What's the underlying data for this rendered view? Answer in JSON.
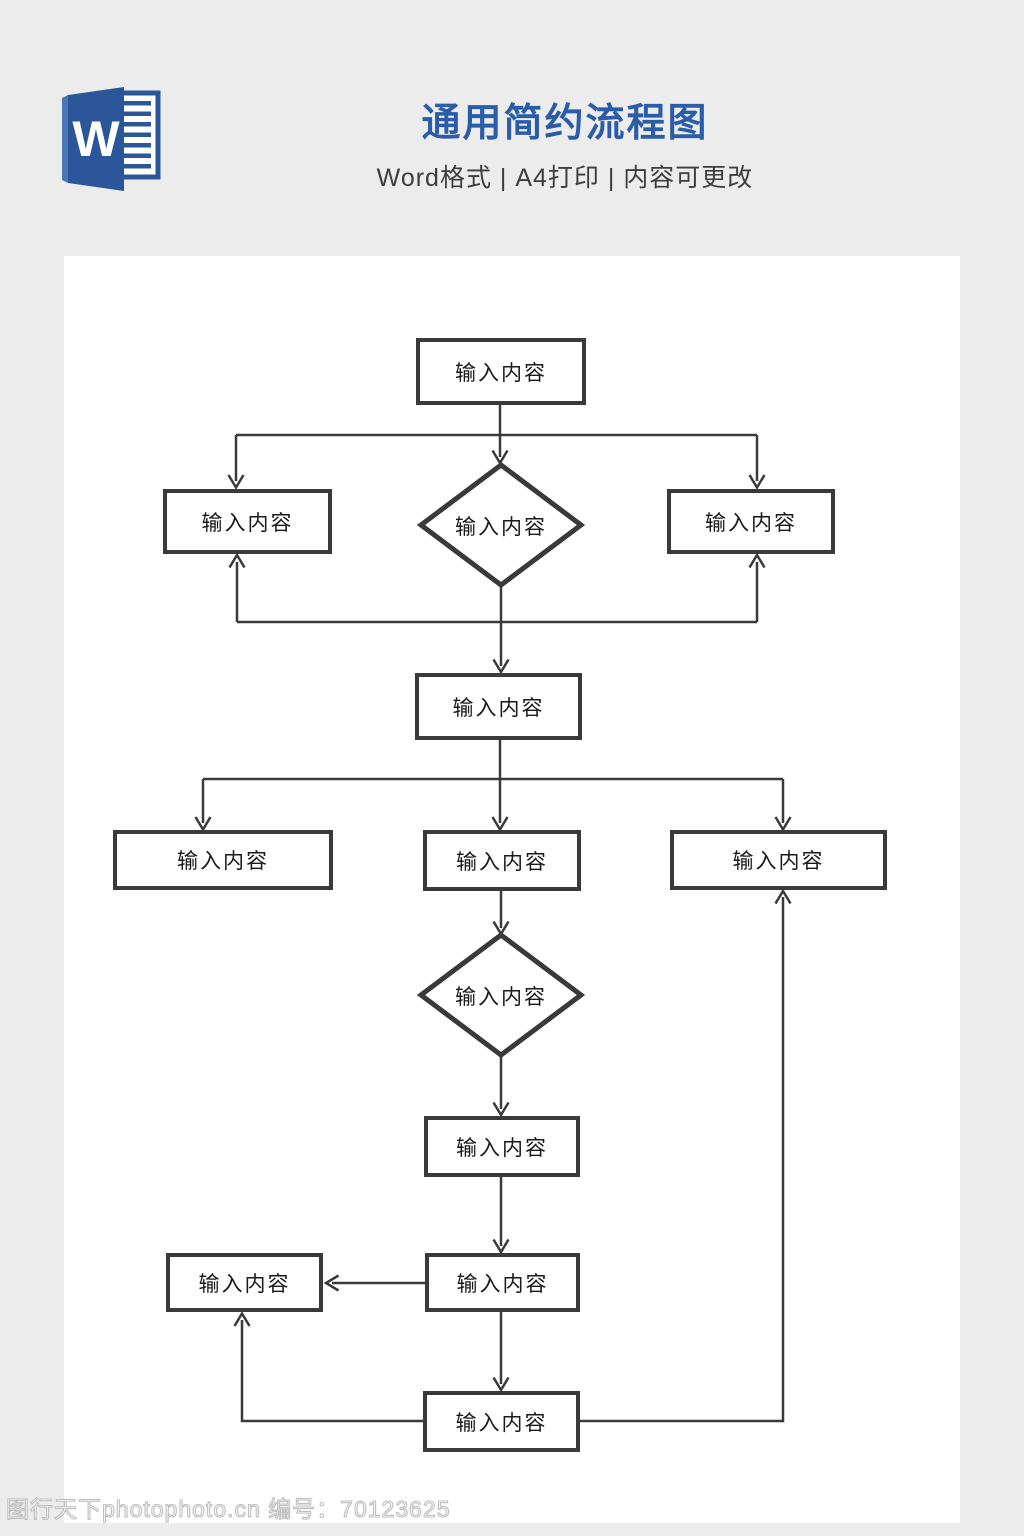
{
  "header": {
    "title": "通用简约流程图",
    "subtitle": "Word格式 | A4打印 | 内容可更改",
    "word_icon_letter": "W"
  },
  "flowchart": {
    "nodes": [
      {
        "id": "top-box",
        "shape": "rect",
        "label": "输入内容"
      },
      {
        "id": "branch-left-box",
        "shape": "rect",
        "label": "输入内容"
      },
      {
        "id": "decision-1",
        "shape": "diamond",
        "label": "输入内容"
      },
      {
        "id": "branch-right-box",
        "shape": "rect",
        "label": "输入内容"
      },
      {
        "id": "merge-box",
        "shape": "rect",
        "label": "输入内容"
      },
      {
        "id": "row4-left-box",
        "shape": "rect",
        "label": "输入内容"
      },
      {
        "id": "row4-middle-box",
        "shape": "rect",
        "label": "输入内容"
      },
      {
        "id": "row4-right-box",
        "shape": "rect",
        "label": "输入内容"
      },
      {
        "id": "decision-2",
        "shape": "diamond",
        "label": "输入内容"
      },
      {
        "id": "result-box",
        "shape": "rect",
        "label": "输入内容"
      },
      {
        "id": "side-left-box",
        "shape": "rect",
        "label": "输入内容"
      },
      {
        "id": "process-box",
        "shape": "rect",
        "label": "输入内容"
      },
      {
        "id": "end-box",
        "shape": "rect",
        "label": "输入内容"
      }
    ]
  },
  "footer": {
    "watermark": "图行天下photophoto.cn 编号：70123625"
  },
  "colors": {
    "title_blue": "#2b5ca8",
    "line_dark": "#3a3a3a",
    "word_brand_blue": "#2b579a",
    "canvas_bg": "#ececec",
    "page_bg": "#ffffff"
  }
}
